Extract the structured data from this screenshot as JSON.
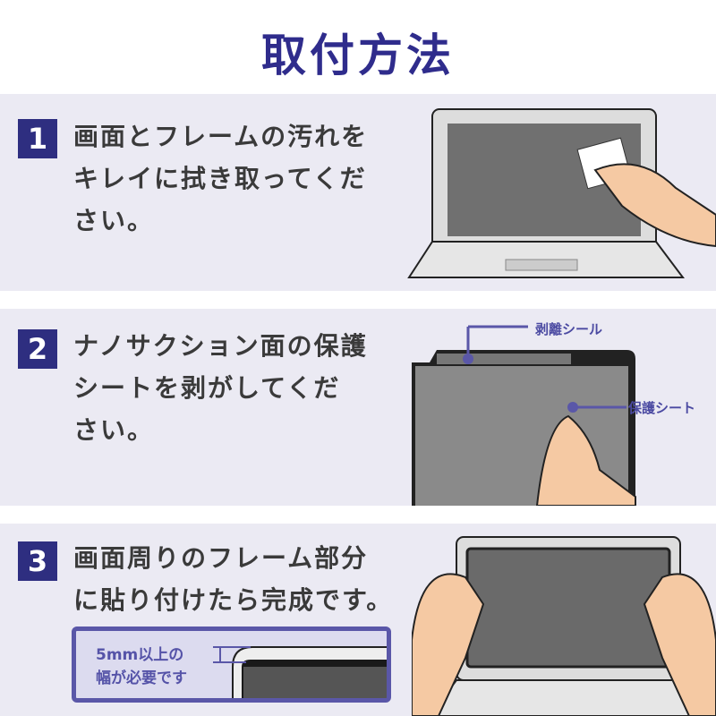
{
  "title": "取付方法",
  "steps": [
    {
      "number": "1",
      "lines": [
        "画面とフレームの汚れを",
        "キレイに拭き取ってくだ",
        "さい。"
      ]
    },
    {
      "number": "2",
      "lines": [
        "ナノサクション面の保護",
        "シートを剥がしてくだ",
        "さい。"
      ],
      "labels": {
        "peel_seal": "剥離シール",
        "protect_sheet": "保護シート"
      }
    },
    {
      "number": "3",
      "lines": [
        "画面周りのフレーム部分",
        "に貼り付けたら完成です。"
      ],
      "note": [
        "5mm以上の",
        "幅が必要です"
      ]
    }
  ],
  "colors": {
    "accent": "#2e2e80",
    "section_bg": "#ebeaf3",
    "label": "#4b4aa2"
  }
}
